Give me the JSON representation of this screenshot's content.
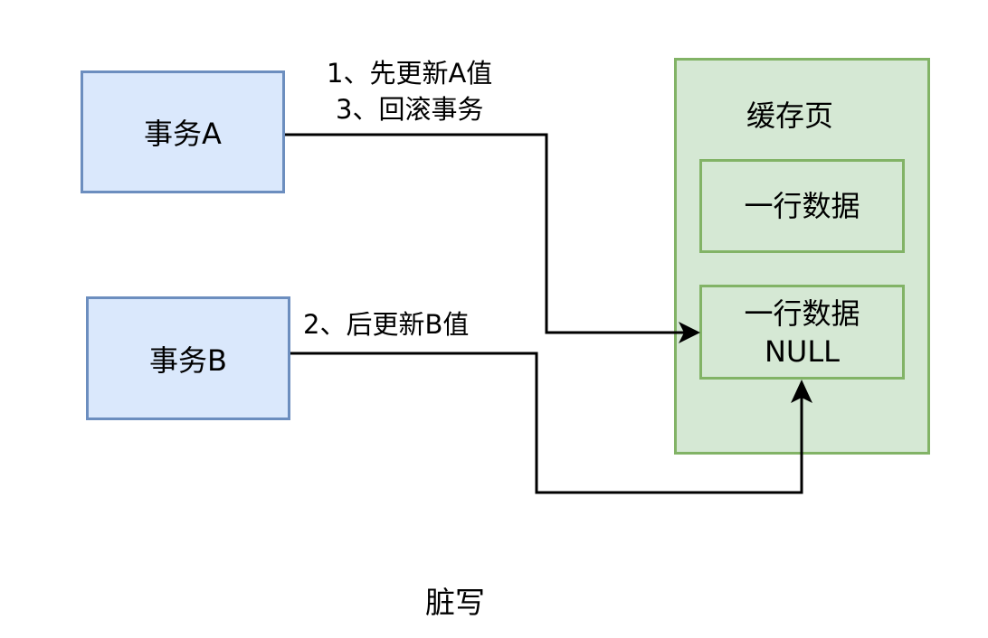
{
  "nodes": {
    "tx_a": "事务A",
    "tx_b": "事务B",
    "cache_page": "缓存页",
    "row1": "一行数据",
    "row2_line1": "一行数据",
    "row2_line2": "NULL"
  },
  "edges": {
    "a_label_line1": "1、先更新A值",
    "a_label_line2": "3、回滚事务",
    "b_label": "2、后更新B值"
  },
  "caption": "脏写",
  "colors": {
    "blue_fill": "#dae8fc",
    "blue_stroke": "#6c8ebf",
    "green_fill": "#d5e8d4",
    "green_stroke": "#82b366",
    "edge": "#000000"
  }
}
